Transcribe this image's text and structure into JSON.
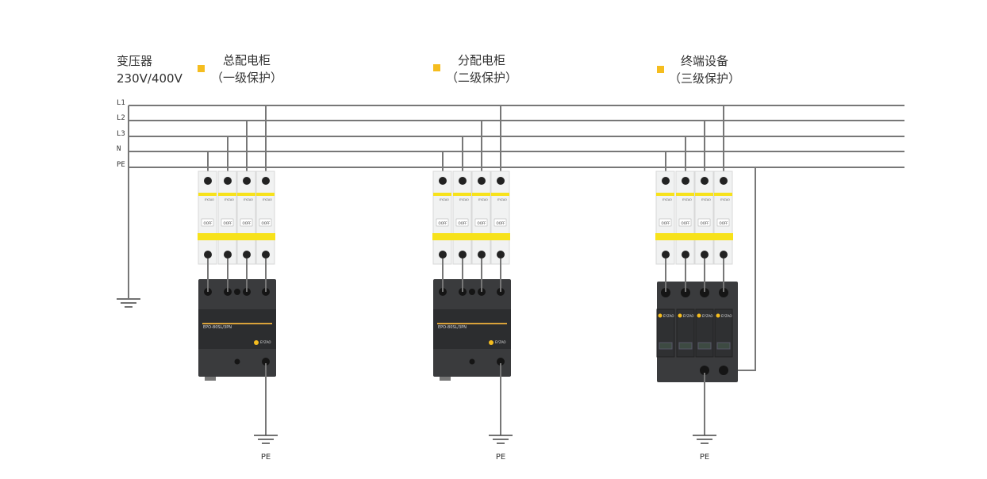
{
  "transformer": {
    "title": "变压器",
    "voltage": "230V/400V"
  },
  "buses": [
    "L1",
    "L2",
    "L3",
    "N",
    "PE"
  ],
  "stages": [
    {
      "title": "总配电柜",
      "subtitle": "（一级保护）",
      "device_model": "EPO-80SL/3PN",
      "ground_label": "PE"
    },
    {
      "title": "分配电柜",
      "subtitle": "（二级保护）",
      "device_model": "EPO-80SL/3PN",
      "ground_label": "PE"
    },
    {
      "title": "终端设备",
      "subtitle": "（三级保护）",
      "ground_label": "PE"
    }
  ],
  "breaker_label": "OOFF",
  "brand": "EYZAO",
  "colors": {
    "accent": "#f5bd1f",
    "wire": "#777777",
    "device": "#3a3b3d",
    "breaker_yellow": "#f7e21b"
  }
}
